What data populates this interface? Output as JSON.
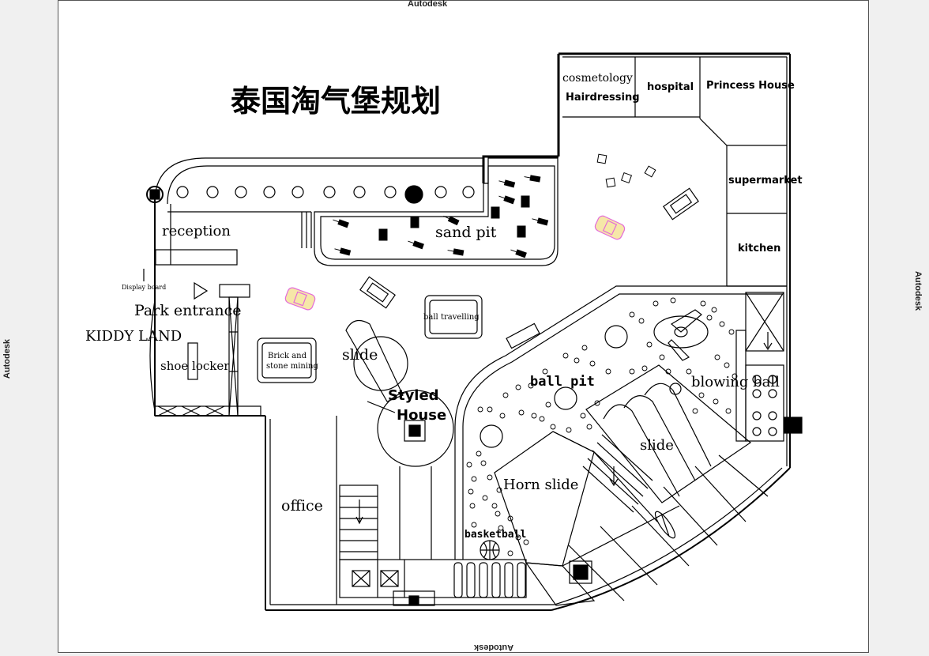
{
  "watermarks": {
    "top": "Autodesk",
    "bottom": "Autodesk",
    "left": "Autodesk",
    "right": "Autodesk"
  },
  "plan": {
    "title": "泰国淘气堡规划",
    "labels": {
      "cosmetology": "cosmetology",
      "hairdressing": "Hairdressing",
      "hospital": "hospital",
      "princess_house": "Princess House",
      "supermarket": "supermarket",
      "kitchen": "kitchen",
      "reception": "reception",
      "sand_pit": "sand pit",
      "display_board": "Display board",
      "park_entrance": "Park entrance",
      "kiddy_land": "KIDDY LAND",
      "shoe_locker": "shoe locker",
      "brick_line1": "Brick and",
      "brick_line2": "stone mining",
      "slide_left": "slide",
      "ball_travelling": "ball travelling",
      "styled_line1": "Styled",
      "styled_line2": "House",
      "ball_pit": "ball pit",
      "blowing_ball": "blowing ball",
      "slide_right": "slide",
      "horn_slide": "Horn slide",
      "office": "office",
      "basketball": "basketball"
    }
  },
  "colors": {
    "line": "#000000",
    "car_accent": "#e36bd9",
    "car_fill": "#f6e7a8",
    "paper": "#ffffff"
  }
}
